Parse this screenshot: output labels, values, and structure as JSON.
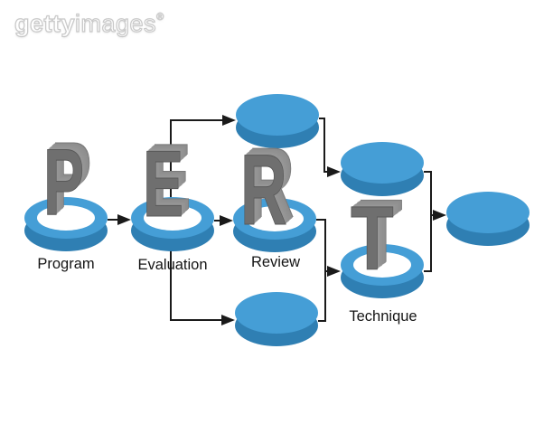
{
  "watermark": {
    "brand_bold": "getty",
    "brand_light": "images",
    "registered": "®"
  },
  "diagram": {
    "acronym": {
      "p": {
        "letter": "P",
        "label": "Program"
      },
      "e": {
        "letter": "E",
        "label": "Evaluation"
      },
      "r": {
        "letter": "R",
        "label": "Review"
      },
      "t": {
        "letter": "T",
        "label": "Technique"
      }
    },
    "nodes": [
      {
        "id": "program",
        "type": "ring-disc",
        "letter": "P",
        "label": "Program"
      },
      {
        "id": "evaluation",
        "type": "ring-disc",
        "letter": "E",
        "label": "Evaluation"
      },
      {
        "id": "review",
        "type": "ring-disc",
        "letter": "R",
        "label": "Review"
      },
      {
        "id": "top",
        "type": "solid-disc",
        "letter": "",
        "label": ""
      },
      {
        "id": "bottom",
        "type": "solid-disc",
        "letter": "",
        "label": ""
      },
      {
        "id": "top-right",
        "type": "solid-disc",
        "letter": "",
        "label": ""
      },
      {
        "id": "technique",
        "type": "ring-disc",
        "letter": "T",
        "label": "Technique"
      },
      {
        "id": "final",
        "type": "solid-disc",
        "letter": "",
        "label": ""
      }
    ],
    "edges": [
      {
        "from": "program",
        "to": "evaluation"
      },
      {
        "from": "evaluation",
        "to": "review"
      },
      {
        "from": "evaluation",
        "to": "top"
      },
      {
        "from": "evaluation",
        "to": "bottom"
      },
      {
        "from": "top",
        "to": "top-right"
      },
      {
        "from": "review",
        "to": "technique"
      },
      {
        "from": "bottom",
        "to": "technique"
      },
      {
        "from": "top-right",
        "to": "final"
      },
      {
        "from": "technique",
        "to": "final"
      }
    ]
  },
  "colors": {
    "background": "#FFFFFF",
    "disc_top": "#459ED6",
    "disc_side": "#2F7FB3",
    "disc_ring_inner": "#FFFFFF",
    "connector": "#1A1A1A",
    "letter_front": "#6F6F6F",
    "letter_extrusion": "#949494",
    "label_text": "#141414"
  }
}
